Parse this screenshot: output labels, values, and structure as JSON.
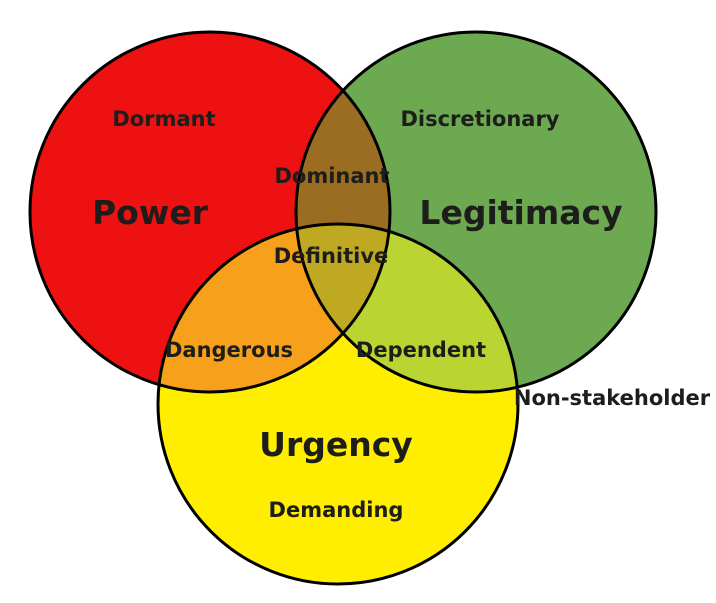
{
  "diagram": {
    "background": "#ffffff",
    "outline_color": "#000000",
    "text_color": "#1d1d1b",
    "circles": {
      "power": {
        "label": "Power",
        "sole_region_label": "Dormant",
        "color": "#ed1111"
      },
      "legitimacy": {
        "label": "Legitimacy",
        "sole_region_label": "Discretionary",
        "color": "#6da951"
      },
      "urgency": {
        "label": "Urgency",
        "sole_region_label": "Demanding",
        "color": "#ffee00"
      }
    },
    "overlaps": {
      "power_legitimacy": {
        "label": "Dominant",
        "color": "#9b6d22"
      },
      "power_urgency": {
        "label": "Dangerous",
        "color": "#f6a01b"
      },
      "legitimacy_urgency": {
        "label": "Dependent",
        "color": "#bad431"
      },
      "all": {
        "label": "Definitive",
        "color": "#c0a922"
      }
    },
    "outside_label": "Non-stakeholder"
  }
}
